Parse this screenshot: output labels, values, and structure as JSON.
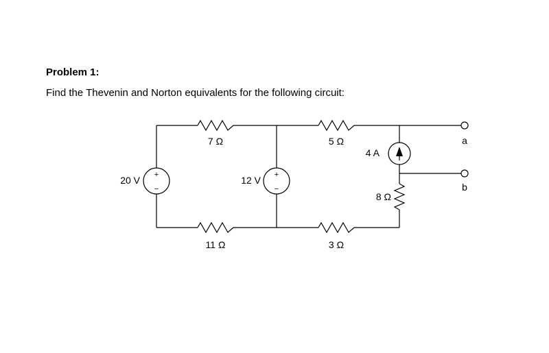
{
  "problem": {
    "heading": "Problem 1:",
    "statement": "Find the Thevenin and Norton equivalents for the following circuit:"
  },
  "circuit": {
    "voltage_sources": [
      {
        "id": "v1",
        "label": "20 V",
        "plus": "+",
        "minus": "−"
      },
      {
        "id": "v2",
        "label": "12 V",
        "plus": "+",
        "minus": "−"
      }
    ],
    "current_source": {
      "label": "4 A",
      "direction": "up"
    },
    "resistors": [
      {
        "id": "r7",
        "label": "7 Ω"
      },
      {
        "id": "r5",
        "label": "5 Ω"
      },
      {
        "id": "r11",
        "label": "11 Ω"
      },
      {
        "id": "r3",
        "label": "3 Ω"
      },
      {
        "id": "r8",
        "label": "8 Ω"
      }
    ],
    "terminals": [
      {
        "id": "a",
        "label": "a"
      },
      {
        "id": "b",
        "label": "b"
      }
    ]
  }
}
